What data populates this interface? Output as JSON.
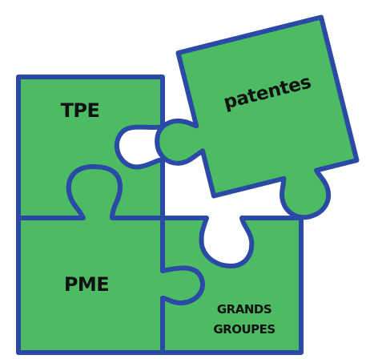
{
  "pieces": {
    "top_left": {
      "label": "TPE"
    },
    "bottom_left": {
      "label": "PME"
    },
    "bottom_right": {
      "label_line1": "GRANDS",
      "label_line2": "GROUPES"
    },
    "detached": {
      "label": "patentes"
    }
  },
  "colors": {
    "fill": "#4dbb63",
    "outline": "#2a4aa6",
    "text": "#111111",
    "background": "#ffffff"
  }
}
